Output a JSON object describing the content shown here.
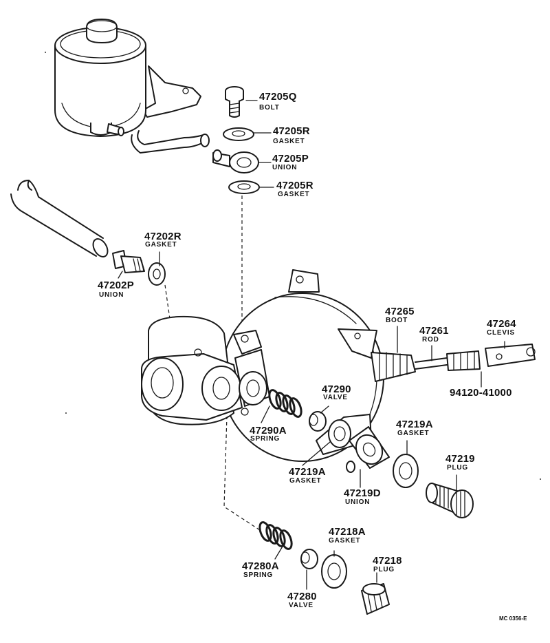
{
  "labels": {
    "p47205Q": {
      "number": "47205Q",
      "name": "BOLT"
    },
    "p47205R_a": {
      "number": "47205R",
      "name": "GASKET"
    },
    "p47205P": {
      "number": "47205P",
      "name": "UNION"
    },
    "p47205R_b": {
      "number": "47205R",
      "name": "GASKET"
    },
    "p47202R": {
      "number": "47202R",
      "name": "GASKET"
    },
    "p47202P": {
      "number": "47202P",
      "name": "UNION"
    },
    "p47265": {
      "number": "47265",
      "name": "BOOT"
    },
    "p47261": {
      "number": "47261",
      "name": "ROD"
    },
    "p47264": {
      "number": "47264",
      "name": "CLEVIS"
    },
    "p94120": {
      "number": "94120-41000"
    },
    "p47290": {
      "number": "47290",
      "name": "VALVE"
    },
    "p47290A": {
      "number": "47290A",
      "name": "SPRING"
    },
    "p47219A_a": {
      "number": "47219A",
      "name": "GASKET"
    },
    "p47219A_b": {
      "number": "47219A",
      "name": "GASKET"
    },
    "p47219": {
      "number": "47219",
      "name": "PLUG"
    },
    "p47219D": {
      "number": "47219D",
      "name": "UNION"
    },
    "p47218A": {
      "number": "47218A",
      "name": "GASKET"
    },
    "p47218": {
      "number": "47218",
      "name": "PLUG"
    },
    "p47280A": {
      "number": "47280A",
      "name": "SPRING"
    },
    "p47280": {
      "number": "47280",
      "name": "VALVE"
    }
  },
  "diagram_code": "MC 0356-E"
}
